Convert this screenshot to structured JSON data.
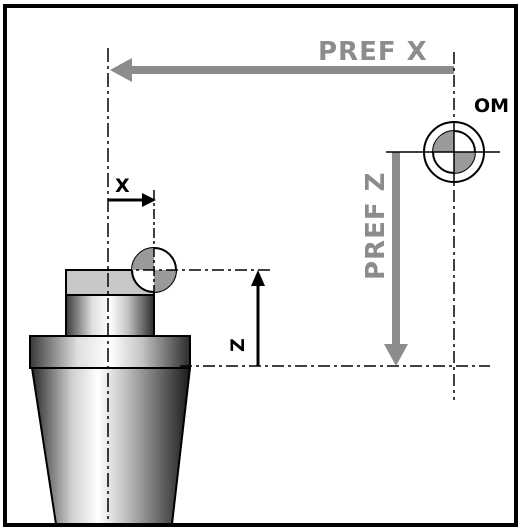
{
  "labels": {
    "pref_x": "PREF X",
    "pref_z": "PREF Z",
    "machine_origin": "OM",
    "offset_x": "X",
    "offset_z": "Z"
  },
  "colors": {
    "pref_arrow": "#8c8c8c",
    "background": "#ffffff",
    "border": "#000000",
    "marker_fill": "#9a9a9a"
  }
}
